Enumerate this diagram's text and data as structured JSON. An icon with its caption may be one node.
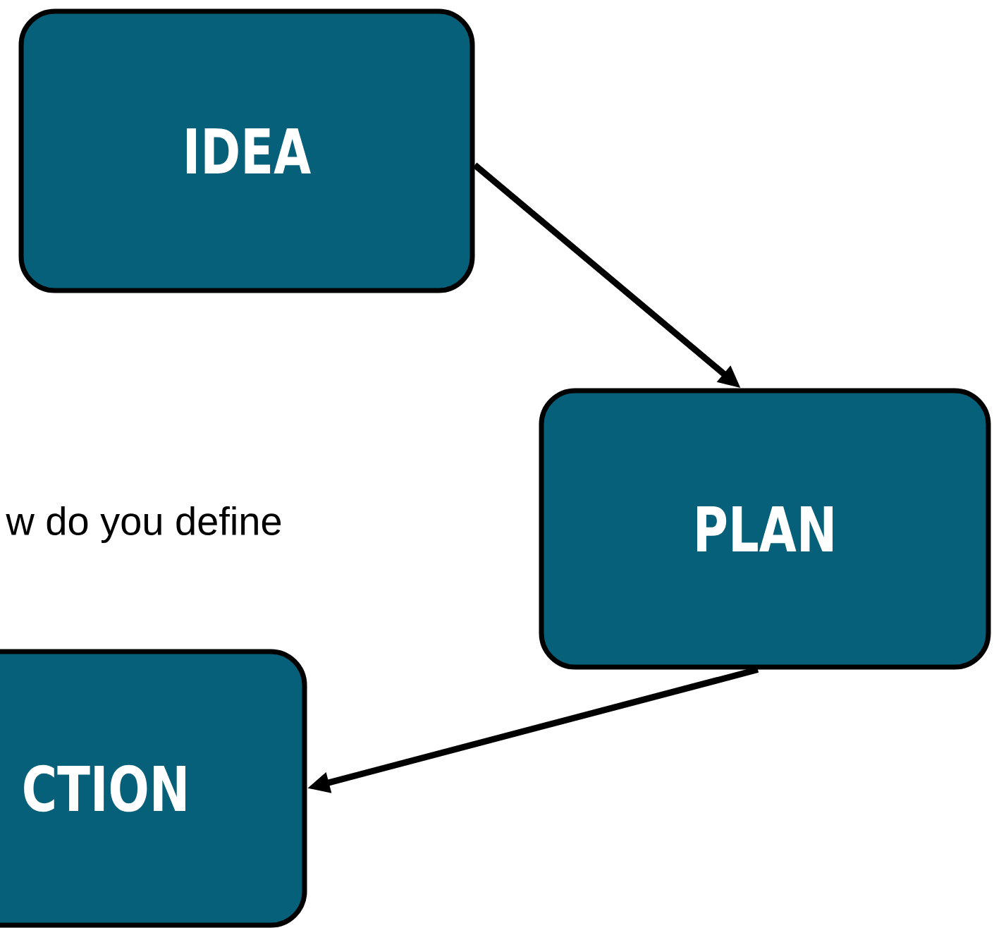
{
  "diagram": {
    "nodes": [
      {
        "text": [
          "IDEA"
        ]
      },
      {
        "text": [
          "PLAN"
        ]
      },
      {
        "text": [
          "CTION"
        ]
      }
    ],
    "edges": [
      {
        "from": 0,
        "to": 1,
        "arrow": "to"
      },
      {
        "from": 1,
        "to": 2,
        "arrow": "to"
      }
    ],
    "labels": [
      "w do you define"
    ]
  }
}
